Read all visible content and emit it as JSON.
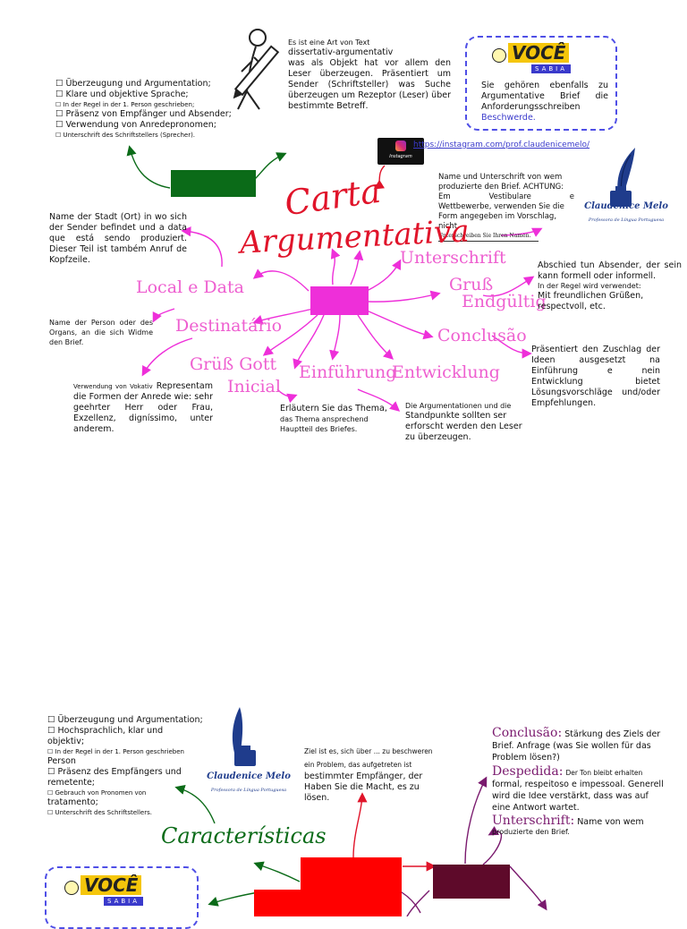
{
  "colors": {
    "pink": "#ee2fd9",
    "pink_text": "#ee5fd0",
    "green": "#0b6b18",
    "red_title": "#e0142a",
    "dark_red": "#5e0a2a",
    "bright_red": "#ff0000",
    "blue_link": "#3a3acb",
    "badge_border": "#4f4fe6"
  },
  "top": {
    "characteristics_list": [
      "☐ Überzeugung und Argumentation;",
      "☐ Klare und objektive Sprache;",
      "☐ In der Regel in der 1. Person geschrieben;",
      "☐ Präsenz von Empfänger und Absender;",
      "☐ Verwendung von Anredepronomen;",
      "☐ Unterschrift des Schriftstellers (Sprecher)."
    ],
    "definition": {
      "line1": "Es ist eine Art von Text",
      "line2": "dissertativ-argumentativ",
      "rest": "was als Objekt hat vor allem den Leser überzeugen. Präsentiert um Sender (Schriftsteller) was Suche überzeugen um Rezeptor (Leser) über bestimmte Betreff."
    },
    "badge": {
      "logo_main": "VOCÊ",
      "logo_sub": "SABIA",
      "text": "Sie gehören ebenfalls zu Argumentative Brief die Anforderungsschreiben",
      "highlight": "Beschwerde."
    },
    "instagram": {
      "label": "Instagram",
      "link": "https://instagram.com/prof.claudenicemelo/"
    },
    "signature_box": {
      "line1": "Name und Unterschrift von wem produzierte den Brief. ACHTUNG:",
      "line2": "Em Vestibulare e",
      "line3": "Wettbewerbe, verwenden Sie die Form angegeben im Vorschlag, nicht",
      "line4": "Unterschreiben Sie Ihren Namen."
    },
    "brand": {
      "name": "Claudenice Melo",
      "sub": "Professora de Língua Portuguesa"
    },
    "title_line1": "Carta",
    "title_line2": "Argumentativa",
    "nodes": {
      "local": "Local e Data",
      "destinatario": "Destinatário",
      "gruss_gott": "Grüß Gott",
      "inicial": "Inicial",
      "einfuhrung": "Einführung",
      "entwicklung": "Entwicklung",
      "conclusao": "Conclusão",
      "gruss": "Gruß",
      "endgultig": "Endgültig",
      "unterschrift": "Unterschrift"
    },
    "texts": {
      "local": "Name der Stadt (Ort) in wo sich der Sender befindet und a data que está sendo produziert. Dieser Teil ist também Anruf de Kopfzeile.",
      "destinatario": "Name der Person oder des Organs, an die sich Widme den Brief.",
      "vocativo_small": "Verwendung von Vokativ",
      "vocativo": "Representam die Formen der Anrede wie: sehr geehrter Herr oder Frau, Exzellenz, digníssimo, unter anderem.",
      "einfuhrung_big": "Erläutern Sie das Thema,",
      "einfuhrung_small": "das Thema ansprechend Hauptteil des Briefes.",
      "entwicklung_small": "Die Argumentationen und die",
      "entwicklung": "Standpunkte sollten ser erforscht werden den Leser zu überzeugen.",
      "abschied": "Abschied tun Absender, der sein kann formell oder informell.",
      "abschied_small": "In der Regel wird verwendet:",
      "abschied_end": "Mit freundlichen Grüßen, respectvoll, etc.",
      "conclusao": "Präsentiert den Zuschlag der Ideen ausgesetzt na Einführung e nein Entwicklung bietet Lösungsvorschläge und/oder Empfehlungen."
    }
  },
  "bottom": {
    "list": [
      {
        "text": "☐ Überzeugung und Argumentation;",
        "size": "n"
      },
      {
        "text": "☐ Hochsprachlich, klar und",
        "size": "n"
      },
      {
        "text": "objektiv;",
        "size": "n"
      },
      {
        "text": "☐ In der Regel in der 1. Person geschrieben",
        "size": "s"
      },
      {
        "text": "Person",
        "size": "n"
      },
      {
        "text": "☐ Präsenz des Empfängers und",
        "size": "n"
      },
      {
        "text": "remetente;",
        "size": "n"
      },
      {
        "text": "☐ Gebrauch von Pronomen von",
        "size": "s"
      },
      {
        "text": "tratamento;",
        "size": "n"
      },
      {
        "text": "☐ Unterschrift des Schriftstellers.",
        "size": "s"
      }
    ],
    "goal_small_1": "Ziel ist es, sich über ... zu beschweren",
    "goal_small_2": "ein Problem, das aufgetreten ist",
    "goal_text": "bestimmter Empfänger, der Haben Sie die Macht, es zu lösen.",
    "caracteristicas": "Características",
    "conclusao_label": "Conclusão:",
    "conclusao_text": "Stärkung des Ziels der Brief. Anfrage (was Sie wollen für das Problem lösen?)",
    "despedida_label": "Despedida:",
    "despedida_small": "Der Ton bleibt erhalten",
    "despedida_text": "formal, respeitoso e impessoal. Generell wird die Idee verstärkt, dass was auf eine Antwort wartet.",
    "unterschrift_label": "Unterschrift:",
    "unterschrift_text": "Name von wem",
    "unterschrift_small": "produzierte den Brief."
  }
}
